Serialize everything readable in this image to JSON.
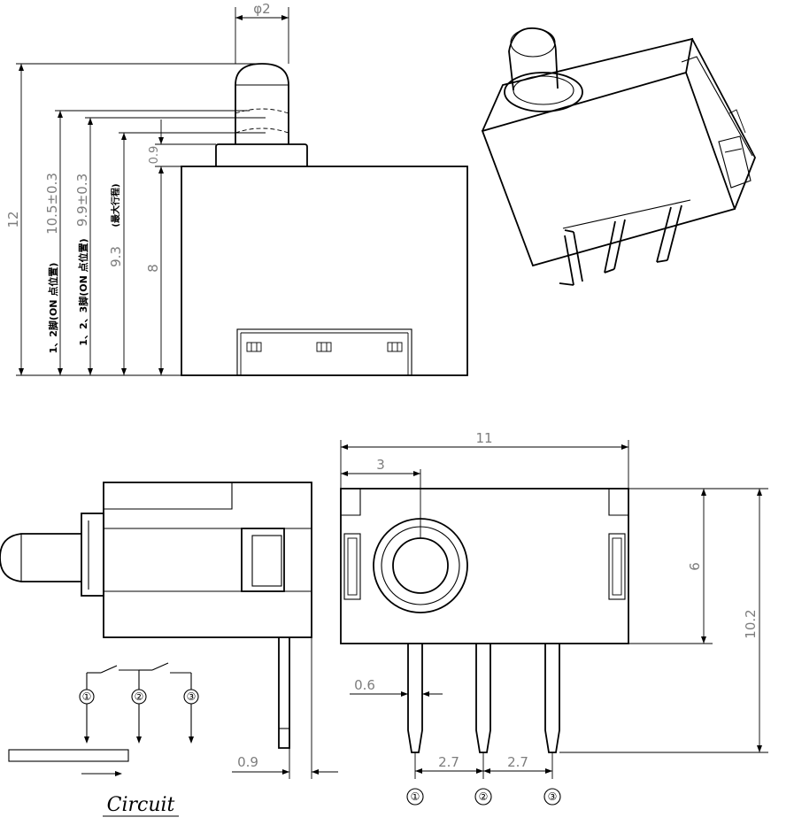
{
  "top_view": {
    "dims": {
      "phi": "φ2",
      "overall": "12",
      "on_pos_12": "10.5±0.3",
      "on_pos_23": "9.9±0.3",
      "max_travel": "9.3",
      "gap": "0.9",
      "body": "8"
    },
    "notes": {
      "pins_12": "1、2脚(ON 点位置)",
      "pins_23": "1、2、3脚(ON 点位置)",
      "max_travel": "(最大行程)"
    }
  },
  "front_view": {
    "dims": {
      "width": "11",
      "actuator_offset": "3",
      "height": "6",
      "total_height": "10.2",
      "pin_width": "0.6",
      "pitch_a": "2.7",
      "pitch_b": "2.7"
    },
    "pins": [
      "①",
      "②",
      "③"
    ]
  },
  "side_view": {
    "dims": {
      "pin_thickness": "0.9"
    }
  },
  "circuit": {
    "title": "Circuit",
    "nodes": [
      "①",
      "②",
      "③"
    ]
  }
}
